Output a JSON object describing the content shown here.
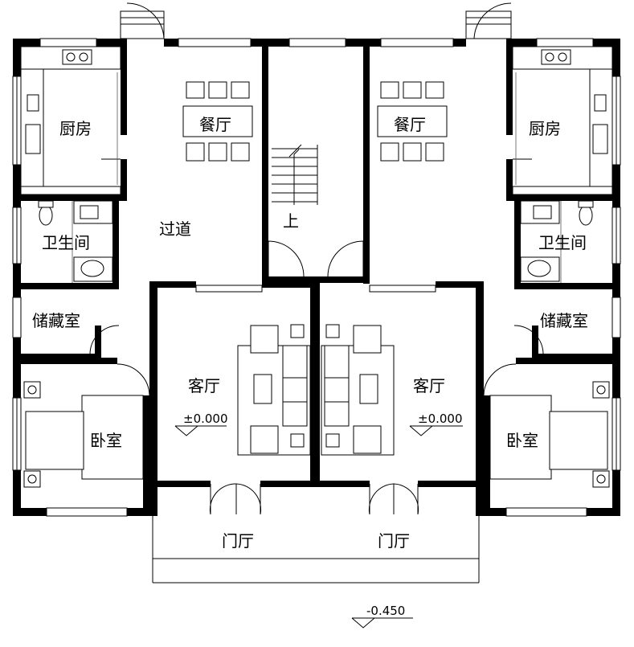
{
  "rooms": {
    "kitchen_left": "厨房",
    "kitchen_right": "厨房",
    "dining_left": "餐厅",
    "dining_right": "餐厅",
    "corridor": "过道",
    "stair_up": "上",
    "bathroom_left": "卫生间",
    "bathroom_right": "卫生间",
    "storage_left": "储藏室",
    "storage_right": "储藏室",
    "living_left": "客厅",
    "living_right": "客厅",
    "bedroom_left": "卧室",
    "bedroom_right": "卧室",
    "foyer_left": "门厅",
    "foyer_right": "门厅"
  },
  "elevations": {
    "living_left": "±0.000",
    "living_right": "±0.000",
    "ground": "-0.450"
  },
  "colors": {
    "wall": "#000000",
    "background": "#ffffff"
  }
}
